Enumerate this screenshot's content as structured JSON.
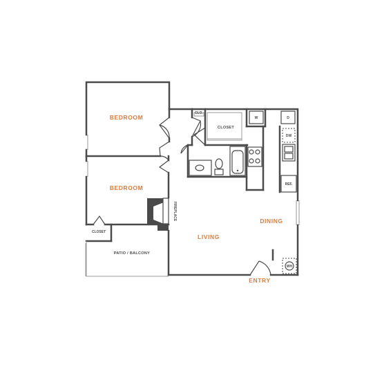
{
  "rooms": {
    "bedroom_1": "BEDROOM",
    "bedroom_2": "BEDROOM",
    "living": "LIVING",
    "dining": "DINING",
    "entry": "ENTRY"
  },
  "labels": {
    "closet_main": "CLOSET",
    "closet_small": "CLO.",
    "closet_bedroom": "CLOSET",
    "patio": "PATIO / BALCONY",
    "fireplace": "FIREPLACE",
    "washer": "W",
    "dryer": "D",
    "dishwasher": "DW",
    "refrigerator": "REF.",
    "water_heater": "WH"
  },
  "colors": {
    "room_label": "#e07b39",
    "wall": "#4a4a4a"
  }
}
